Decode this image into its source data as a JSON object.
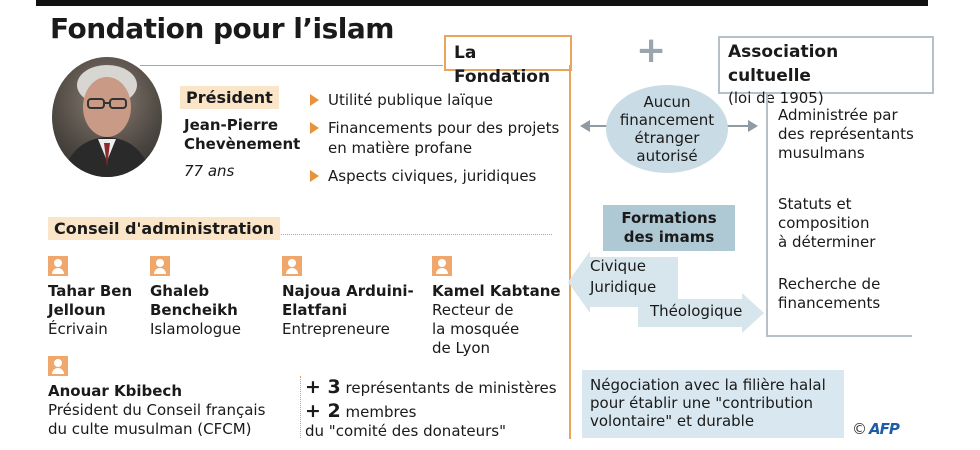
{
  "title": "Fondation pour l’islam",
  "fondation_label": "La Fondation",
  "plus_symbol": "+",
  "association": {
    "title": "Association cultuelle",
    "subtitle": "(loi de 1905)"
  },
  "president": {
    "label": "Président",
    "name_line1": "Jean-Pierre",
    "name_line2": "Chevènement",
    "age": "77 ans"
  },
  "fondation_points": [
    "Utilité publique laïque",
    "Financements pour des projets en matière profane",
    "Aspects civiques, juridiques"
  ],
  "conseil": {
    "label": "Conseil d'administration",
    "members": [
      {
        "name": [
          "Tahar Ben",
          "Jelloun"
        ],
        "role": [
          "Écrivain"
        ]
      },
      {
        "name": [
          "Ghaleb",
          "Bencheikh"
        ],
        "role": [
          "Islamologue"
        ]
      },
      {
        "name": [
          "Najoua Arduini-",
          "Elatfani"
        ],
        "role": [
          "Entrepreneure"
        ]
      },
      {
        "name": [
          "Kamel Kabtane"
        ],
        "role": [
          "Recteur de",
          "la mosquée",
          "de Lyon"
        ]
      },
      {
        "name": [
          "Anouar Kbibech"
        ],
        "role": [
          "Président du Conseil français",
          "du culte musulman (CFCM)"
        ]
      }
    ],
    "extra_1": {
      "prefix": "+ ",
      "num": "3",
      "text": " représentants de ministères"
    },
    "extra_2": {
      "prefix": "+ ",
      "num": "2",
      "text": " membres",
      "line2": "du \"comité des donateurs\""
    }
  },
  "funding_note": [
    "Aucun",
    "financement",
    "étranger",
    "autorisé"
  ],
  "association_points": [
    [
      "Administrée par",
      "des représentants",
      "musulmans"
    ],
    [
      "Statuts et",
      "composition",
      "à déterminer"
    ],
    [
      "Recherche de",
      "financements"
    ]
  ],
  "formations": {
    "title": [
      "Formations",
      "des imams"
    ],
    "civique": "Civique",
    "juridique": "Juridique",
    "theologique": "Théologique"
  },
  "halal_note": [
    "Négociation avec la filière halal",
    "pour établir une \"contribution",
    "volontaire\" et durable"
  ],
  "credit": {
    "copyright": "©",
    "agency": "AFP"
  },
  "colors": {
    "accent_orange": "#e8a65c",
    "highlight": "#fbe5c9",
    "blue_light": "#c9dbe4",
    "blue_box": "#aec8d4",
    "grey_border": "#b7c0c6"
  }
}
